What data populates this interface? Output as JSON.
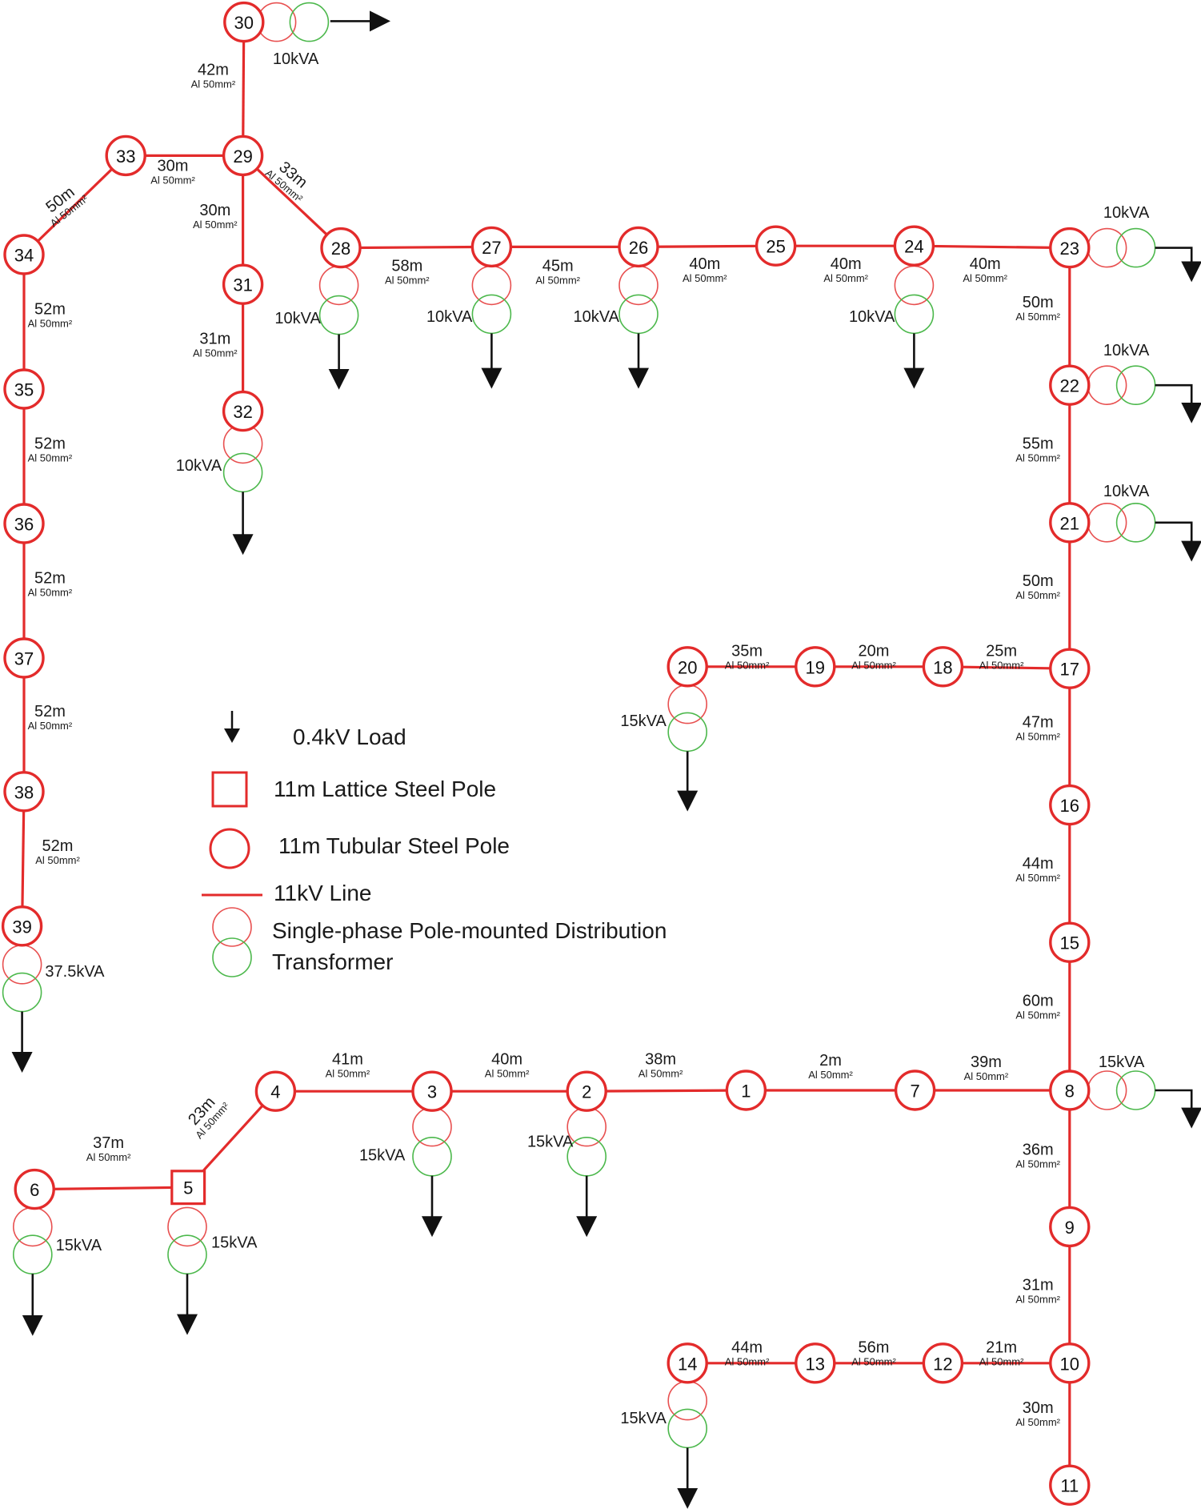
{
  "colors": {
    "line": "#e32b2b",
    "pole": "#e32b2b",
    "transformer_primary": "#e85050",
    "transformer_secondary": "#4cb84c",
    "load": "#111111"
  },
  "legend": {
    "load": "0.4kV Load",
    "lattice_pole": "11m Lattice Steel Pole",
    "tubular_pole": "11m Tubular  Steel Pole",
    "line": "11kV Line",
    "transformer_line1": "Single-phase Pole-mounted Distribution",
    "transformer_line2": "Transformer"
  },
  "poles": [
    {
      "id": "30",
      "type": "tubular"
    },
    {
      "id": "29",
      "type": "tubular"
    },
    {
      "id": "33",
      "type": "tubular"
    },
    {
      "id": "34",
      "type": "tubular"
    },
    {
      "id": "31",
      "type": "tubular"
    },
    {
      "id": "32",
      "type": "tubular"
    },
    {
      "id": "28",
      "type": "tubular"
    },
    {
      "id": "27",
      "type": "tubular"
    },
    {
      "id": "26",
      "type": "tubular"
    },
    {
      "id": "25",
      "type": "tubular"
    },
    {
      "id": "24",
      "type": "tubular"
    },
    {
      "id": "23",
      "type": "tubular"
    },
    {
      "id": "22",
      "type": "tubular"
    },
    {
      "id": "21",
      "type": "tubular"
    },
    {
      "id": "17",
      "type": "tubular"
    },
    {
      "id": "18",
      "type": "tubular"
    },
    {
      "id": "19",
      "type": "tubular"
    },
    {
      "id": "20",
      "type": "tubular"
    },
    {
      "id": "16",
      "type": "tubular"
    },
    {
      "id": "15",
      "type": "tubular"
    },
    {
      "id": "8",
      "type": "tubular"
    },
    {
      "id": "7",
      "type": "tubular"
    },
    {
      "id": "1",
      "type": "tubular"
    },
    {
      "id": "2",
      "type": "tubular"
    },
    {
      "id": "3",
      "type": "tubular"
    },
    {
      "id": "4",
      "type": "tubular"
    },
    {
      "id": "5",
      "type": "lattice"
    },
    {
      "id": "6",
      "type": "tubular"
    },
    {
      "id": "9",
      "type": "tubular"
    },
    {
      "id": "10",
      "type": "tubular"
    },
    {
      "id": "11",
      "type": "tubular"
    },
    {
      "id": "12",
      "type": "tubular"
    },
    {
      "id": "13",
      "type": "tubular"
    },
    {
      "id": "14",
      "type": "tubular"
    },
    {
      "id": "35",
      "type": "tubular"
    },
    {
      "id": "36",
      "type": "tubular"
    },
    {
      "id": "37",
      "type": "tubular"
    },
    {
      "id": "38",
      "type": "tubular"
    },
    {
      "id": "39",
      "type": "tubular"
    }
  ],
  "spans": [
    {
      "from": "30",
      "to": "29",
      "length": "42m",
      "conductor": "Al 50mm²"
    },
    {
      "from": "33",
      "to": "29",
      "length": "30m",
      "conductor": "Al 50mm²"
    },
    {
      "from": "34",
      "to": "33",
      "length": "50m",
      "conductor": "Al 50mm²"
    },
    {
      "from": "29",
      "to": "28",
      "length": "33m",
      "conductor": "Al 50mm²"
    },
    {
      "from": "29",
      "to": "31",
      "length": "30m",
      "conductor": "Al 50mm²"
    },
    {
      "from": "31",
      "to": "32",
      "length": "31m",
      "conductor": "Al 50mm²"
    },
    {
      "from": "28",
      "to": "27",
      "length": "58m",
      "conductor": "Al 50mm²"
    },
    {
      "from": "27",
      "to": "26",
      "length": "45m",
      "conductor": "Al 50mm²"
    },
    {
      "from": "26",
      "to": "25",
      "length": "40m",
      "conductor": "Al 50mm²"
    },
    {
      "from": "25",
      "to": "24",
      "length": "40m",
      "conductor": "Al 50mm²"
    },
    {
      "from": "24",
      "to": "23",
      "length": "40m",
      "conductor": "Al 50mm²"
    },
    {
      "from": "23",
      "to": "22",
      "length": "50m",
      "conductor": "Al 50mm²"
    },
    {
      "from": "22",
      "to": "21",
      "length": "55m",
      "conductor": "Al 50mm²"
    },
    {
      "from": "21",
      "to": "17",
      "length": "50m",
      "conductor": "Al 50mm²"
    },
    {
      "from": "20",
      "to": "19",
      "length": "35m",
      "conductor": "Al 50mm²"
    },
    {
      "from": "19",
      "to": "18",
      "length": "20m",
      "conductor": "Al 50mm²"
    },
    {
      "from": "18",
      "to": "17",
      "length": "25m",
      "conductor": "Al 50mm²"
    },
    {
      "from": "17",
      "to": "16",
      "length": "47m",
      "conductor": "Al 50mm²"
    },
    {
      "from": "16",
      "to": "15",
      "length": "44m",
      "conductor": "Al 50mm²"
    },
    {
      "from": "15",
      "to": "8",
      "length": "60m",
      "conductor": "Al 50mm²"
    },
    {
      "from": "7",
      "to": "8",
      "length": "39m",
      "conductor": "Al 50mm²"
    },
    {
      "from": "1",
      "to": "7",
      "length": "2m",
      "conductor": "Al 50mm²"
    },
    {
      "from": "2",
      "to": "1",
      "length": "38m",
      "conductor": "Al 50mm²"
    },
    {
      "from": "3",
      "to": "2",
      "length": "40m",
      "conductor": "Al 50mm²"
    },
    {
      "from": "4",
      "to": "3",
      "length": "41m",
      "conductor": "Al 50mm²"
    },
    {
      "from": "5",
      "to": "4",
      "length": "23m",
      "conductor": "Al 50mm²"
    },
    {
      "from": "6",
      "to": "5",
      "length": "37m",
      "conductor": "Al 50mm²"
    },
    {
      "from": "8",
      "to": "9",
      "length": "36m",
      "conductor": "Al 50mm²"
    },
    {
      "from": "9",
      "to": "10",
      "length": "31m",
      "conductor": "Al 50mm²"
    },
    {
      "from": "10",
      "to": "11",
      "length": "30m",
      "conductor": "Al 50mm²"
    },
    {
      "from": "14",
      "to": "13",
      "length": "44m",
      "conductor": "Al 50mm²"
    },
    {
      "from": "13",
      "to": "12",
      "length": "56m",
      "conductor": "Al 50mm²"
    },
    {
      "from": "12",
      "to": "10",
      "length": "21m",
      "conductor": "Al 50mm²"
    },
    {
      "from": "34",
      "to": "35",
      "length": "52m",
      "conductor": "Al 50mm²"
    },
    {
      "from": "35",
      "to": "36",
      "length": "52m",
      "conductor": "Al 50mm²"
    },
    {
      "from": "36",
      "to": "37",
      "length": "52m",
      "conductor": "Al 50mm²"
    },
    {
      "from": "37",
      "to": "38",
      "length": "52m",
      "conductor": "Al 50mm²"
    },
    {
      "from": "38",
      "to": "39",
      "length": "52m",
      "conductor": "Al 50mm²"
    }
  ],
  "transformers": [
    {
      "pole": "30",
      "rating": "10kVA"
    },
    {
      "pole": "28",
      "rating": "10kVA"
    },
    {
      "pole": "27",
      "rating": "10kVA"
    },
    {
      "pole": "26",
      "rating": "10kVA"
    },
    {
      "pole": "24",
      "rating": "10kVA"
    },
    {
      "pole": "32",
      "rating": "10kVA"
    },
    {
      "pole": "23",
      "rating": "10kVA"
    },
    {
      "pole": "22",
      "rating": "10kVA"
    },
    {
      "pole": "21",
      "rating": "10kVA"
    },
    {
      "pole": "20",
      "rating": "15kVA"
    },
    {
      "pole": "39",
      "rating": "37.5kVA"
    },
    {
      "pole": "8",
      "rating": "15kVA"
    },
    {
      "pole": "3",
      "rating": "15kVA"
    },
    {
      "pole": "2",
      "rating": "15kVA"
    },
    {
      "pole": "6",
      "rating": "15kVA"
    },
    {
      "pole": "5",
      "rating": "15kVA"
    },
    {
      "pole": "14",
      "rating": "15kVA"
    }
  ]
}
